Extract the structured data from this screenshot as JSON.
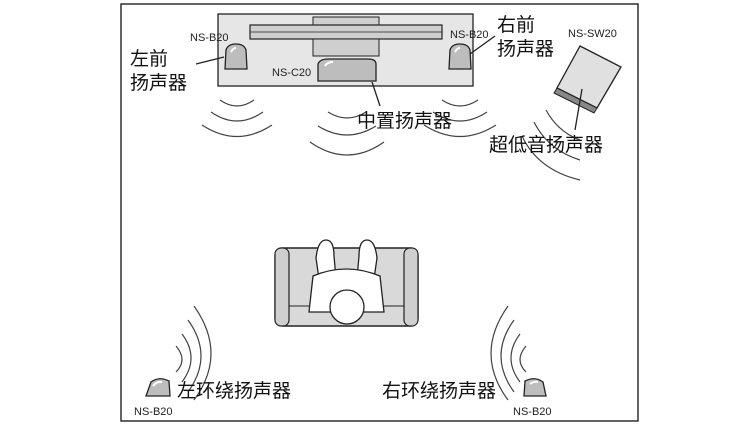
{
  "labels": {
    "front_left": [
      "左前",
      "扬声器"
    ],
    "front_right": [
      "右前",
      "扬声器"
    ],
    "center": "中置扬声器",
    "subwoofer": "超低音扬声器",
    "surround_left": "左环绕扬声器",
    "surround_right": "右环绕扬声器"
  },
  "models": {
    "front_left": "NS-B20",
    "front_right": "NS-B20",
    "center": "NS-C20",
    "subwoofer": "NS-SW20",
    "surround_left": "NS-B20",
    "surround_right": "NS-B20"
  },
  "colors": {
    "outline": "#222222",
    "device_fill": "#d9d9d9",
    "room_fill": "#ffffff",
    "tv_fill": "#e6e6e6",
    "speaker_fill": "#bdbdbd"
  }
}
